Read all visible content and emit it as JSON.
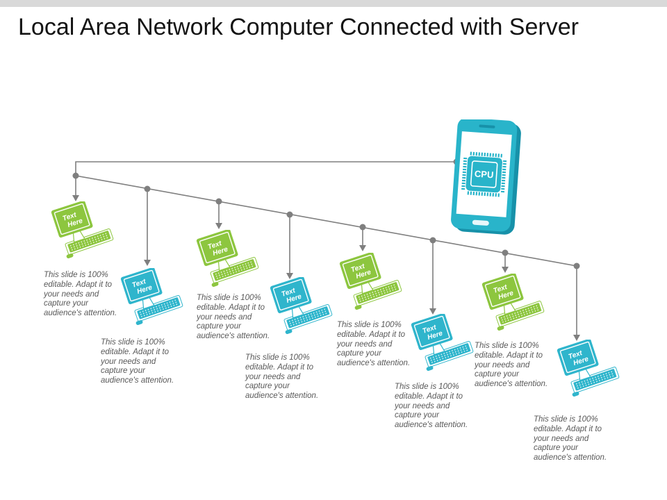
{
  "slide": {
    "title": "Local Area Network Computer Connected with Server"
  },
  "server": {
    "cpu_label": "CPU"
  },
  "nodes": [
    {
      "color_name": "green",
      "label_lines": [
        "Text",
        "Here"
      ],
      "description": "This slide is 100% editable. Adapt it to your needs and capture your audience's attention."
    },
    {
      "color_name": "teal",
      "label_lines": [
        "Text",
        "Here"
      ],
      "description": "This slide is 100% editable. Adapt it to your needs and capture your audience's attention."
    },
    {
      "color_name": "green",
      "label_lines": [
        "Text",
        "Here"
      ],
      "description": "This slide is 100% editable. Adapt it to your needs and capture your audience's attention."
    },
    {
      "color_name": "teal",
      "label_lines": [
        "Text",
        "Here"
      ],
      "description": "This slide is 100% editable. Adapt it to your needs and capture your audience's attention."
    },
    {
      "color_name": "green",
      "label_lines": [
        "Text",
        "Here"
      ],
      "description": "This slide is 100% editable. Adapt it to your needs and capture your audience's attention."
    },
    {
      "color_name": "teal",
      "label_lines": [
        "Text",
        "Here"
      ],
      "description": "This slide is 100% editable. Adapt it to your needs and capture your audience's attention."
    },
    {
      "color_name": "green",
      "label_lines": [
        "Text",
        "Here"
      ],
      "description": "This slide is 100% editable. Adapt it to your needs and capture your audience's attention."
    },
    {
      "color_name": "teal",
      "label_lines": [
        "Text",
        "Here"
      ],
      "description": "This slide is 100% editable. Adapt it to your needs and capture your audience's attention."
    }
  ],
  "colors": {
    "green": "#8DC63F",
    "teal": "#2FB5CC",
    "phone_body": "#29B4CA",
    "phone_side": "#1791A9",
    "connector_gray": "#7F7F7F",
    "text_gray": "#595959",
    "top_bar": "#D9D9D9",
    "title": "#141414"
  }
}
